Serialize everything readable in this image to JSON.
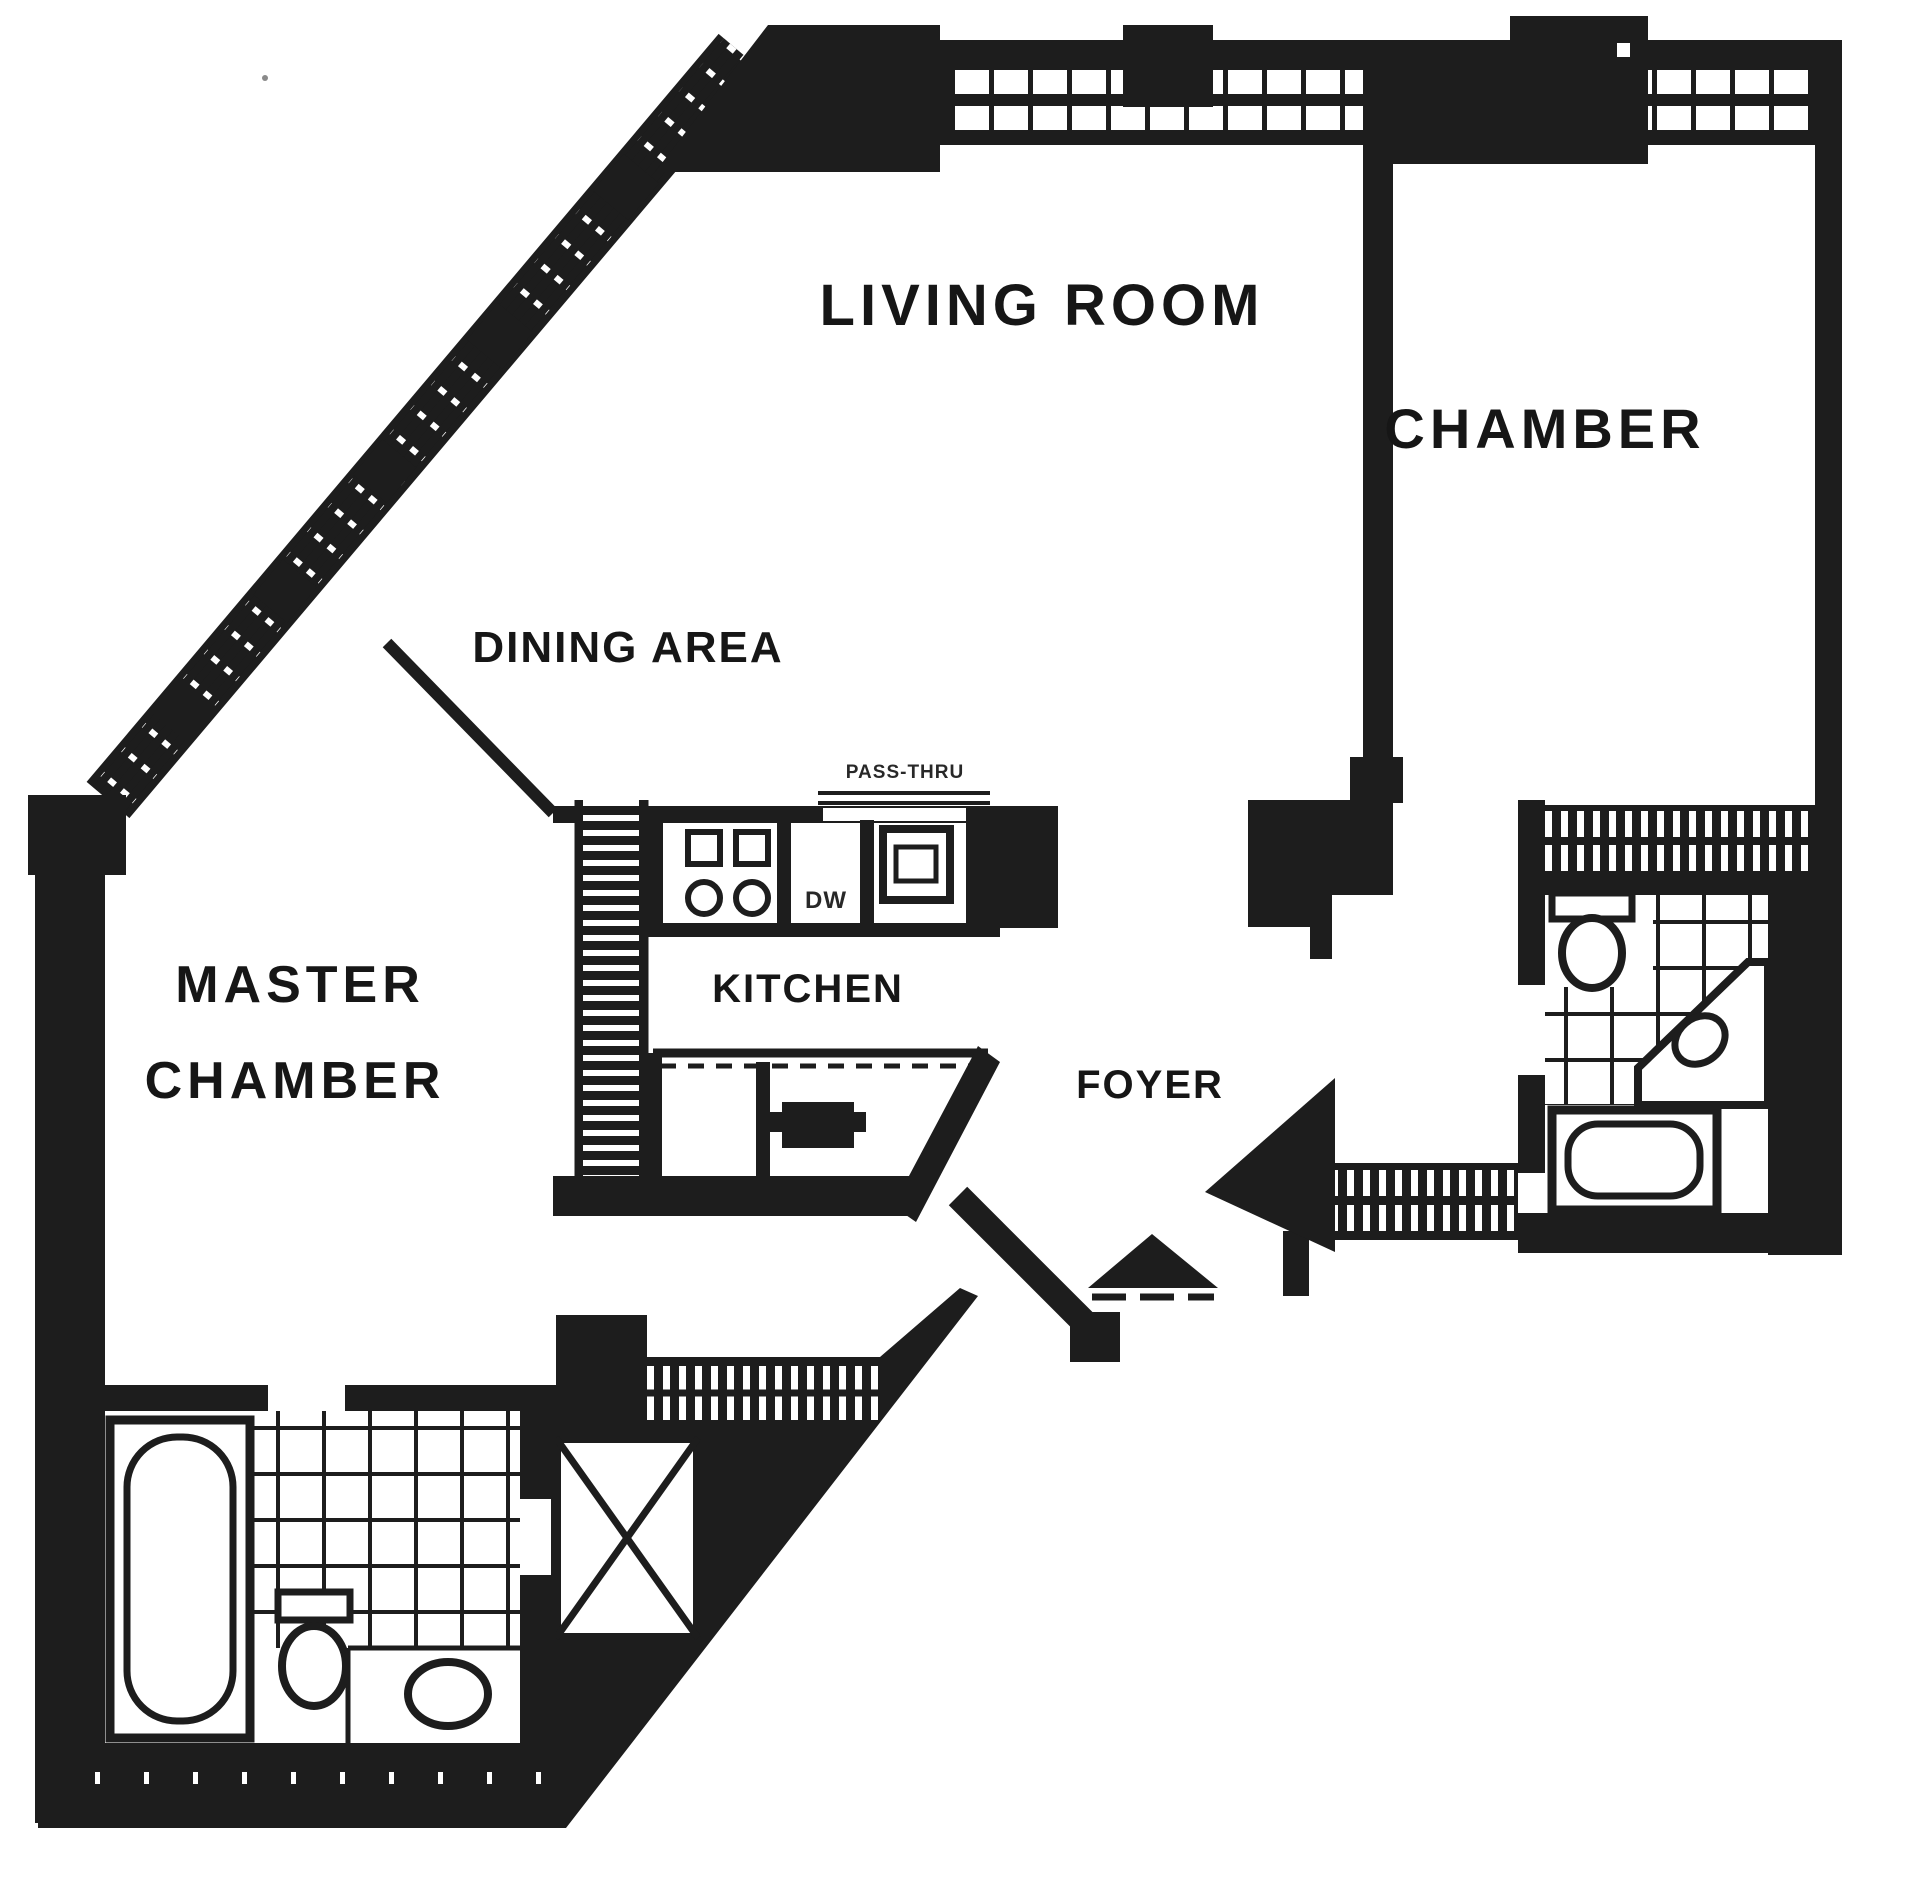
{
  "document": {
    "kind": "scanned apartment floor plan",
    "style": "black ink on white paper, photocopy grain"
  },
  "colors": {
    "ink": "#1d1d1d",
    "paper": "#ffffff"
  },
  "rooms": {
    "living_room": {
      "label": "LIVING ROOM"
    },
    "chamber": {
      "label": "CHAMBER"
    },
    "dining_area": {
      "label": "DINING AREA"
    },
    "master_chamber": {
      "label_line1": "MASTER",
      "label_line2": "CHAMBER"
    },
    "kitchen": {
      "label": "KITCHEN"
    },
    "foyer": {
      "label": "FOYER"
    }
  },
  "annotations": {
    "pass_through": "PASS-THRU",
    "dishwasher": "DW"
  },
  "fixtures": [
    "window-wall-diagonal",
    "window-wall-top",
    "structural-columns",
    "range-burners",
    "dishwasher",
    "kitchen-sink",
    "refrigerator",
    "pantry-shelves",
    "pass-through-counter",
    "master-bathtub",
    "master-toilet",
    "master-vanity-sink",
    "master-tile-floor",
    "shower-stall-x",
    "master-closet-sliding",
    "bath2-toilet",
    "bath2-vanity-sink",
    "bath2-bathtub",
    "bath2-tile-floor",
    "bath2-closet-sliding",
    "foyer-closet-sliding",
    "entry-door-leaf",
    "entry-door-swing-arrow",
    "entry-threshold-triangle",
    "dimension-ticks"
  ]
}
